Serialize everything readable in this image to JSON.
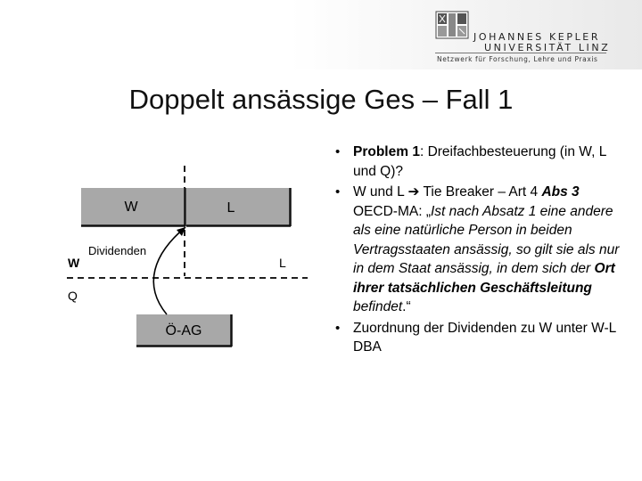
{
  "header": {
    "logo_line1": "JOHANNES KEPLER",
    "logo_line2": "UNIVERSITÄT LINZ",
    "logo_line3": "Netzwerk für Forschung, Lehre und Praxis"
  },
  "title": "Doppelt ansässige Ges – Fall 1",
  "diagram": {
    "box_w_label": "W",
    "box_l_label": "L",
    "label_w": "W",
    "label_l": "L",
    "label_q": "Q",
    "label_dividenden": "Dividenden",
    "box_oeag_label": "Ö-AG",
    "colors": {
      "box_fill": "#a8a8a8",
      "lines": "#000000"
    }
  },
  "bullets": {
    "b1_bold": "Problem 1",
    "b1_text": ": Dreifachbesteuerung (in W, L und Q)?",
    "b2_pre": "W und L ",
    "b2_arrow": "➔",
    "b2_mid": " Tie Breaker – Art 4 ",
    "b2_bold_abs": "Abs 3",
    "b2_post": " OECD-MA: ",
    "b2_quote_open": "„",
    "b2_italic1": "Ist nach Absatz 1 eine andere als eine natürliche Person in beiden Vertragsstaaten ansässig, so gilt sie als nur in dem Staat ansässig, in dem sich der ",
    "b2_bold_italic": "Ort ihrer tatsächlichen Geschäftsleitung",
    "b2_italic2": " befindet",
    "b2_quote_close": ".“",
    "b3_text": "Zuordnung der Dividenden zu W unter W-L DBA"
  }
}
